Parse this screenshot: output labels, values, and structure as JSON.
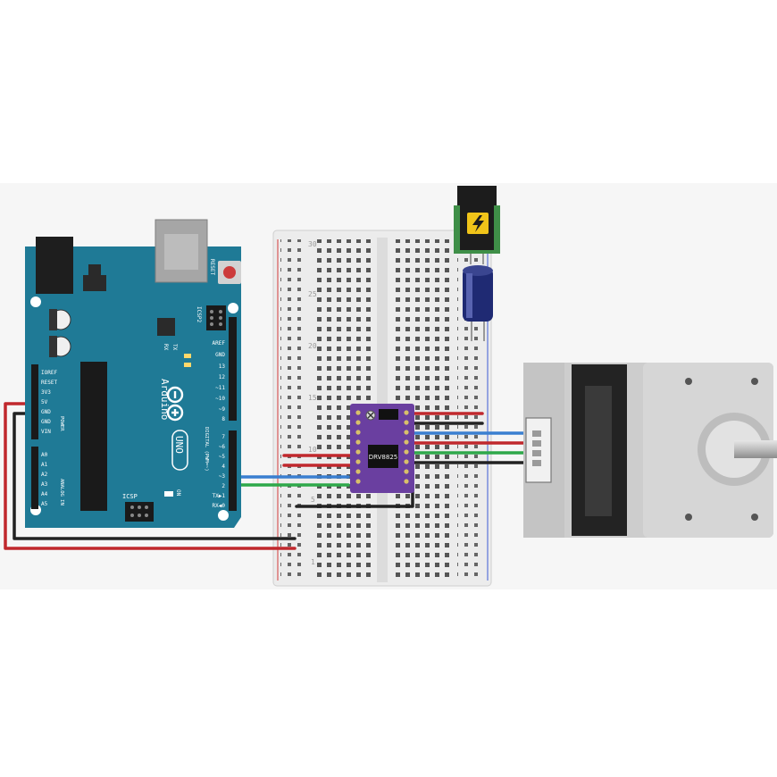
{
  "arduino": {
    "brand": "Arduino",
    "model": "UNO",
    "reset_label": "RESET",
    "icsp2_label": "ICSP2",
    "icsp_label": "ICSP",
    "tx_label": "TX",
    "rx_label": "RX",
    "on_label": "ON",
    "digital_label": "DIGITAL (PWM=~)",
    "power_label": "POWER",
    "analog_label": "ANALOG IN",
    "power_pins": [
      "IOREF",
      "RESET",
      "3V3",
      "5V",
      "GND",
      "GND",
      "VIN"
    ],
    "analog_pins": [
      "A0",
      "A1",
      "A2",
      "A3",
      "A4",
      "A5"
    ],
    "digital_top_pins": [
      "AREF",
      "GND",
      "13",
      "12",
      "~11",
      "~10",
      "~9",
      "8"
    ],
    "digital_bottom_pins": [
      "7",
      "~6",
      "~5",
      "4",
      "~3",
      "2",
      "TX▶1",
      "RX◀0"
    ],
    "colors": {
      "board": "#1f7a96",
      "board_dark": "#155a70"
    }
  },
  "driver": {
    "label": "DRV8825",
    "color": "#6a3fa0"
  },
  "breadboard": {
    "row_labels": [
      "30",
      "25",
      "20",
      "15",
      "10",
      "5",
      "1"
    ]
  },
  "power_jack": {
    "icon": "lightning-bolt-icon"
  },
  "wires": {
    "red": "#c0282d",
    "black": "#222222",
    "blue": "#3a7fd0",
    "green": "#2ea84a"
  }
}
